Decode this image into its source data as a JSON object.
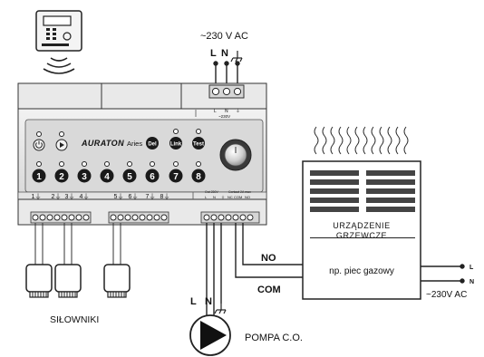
{
  "supply_top": {
    "voltage": "~230 V AC",
    "L": "L",
    "N": "N",
    "block_labels": [
      "L",
      "N",
      "⏚"
    ],
    "block_voltage": "~230V"
  },
  "controller": {
    "brand": "AURATON",
    "model": "Aries",
    "buttons": {
      "del": "Del",
      "link": "Link",
      "test": "Test"
    },
    "zones": [
      "1",
      "2",
      "3",
      "4",
      "5",
      "6",
      "7",
      "8"
    ],
    "terminal_labels": [
      "1⏚",
      "2⏚",
      "3⏚",
      "4⏚",
      "5⏚",
      "6⏚",
      "7⏚",
      "8⏚"
    ],
    "pump_terminal_labels": [
      "Out 230V",
      "L",
      "N",
      "⏚"
    ],
    "relay_terminal_labels": [
      "Contact 2A max",
      "NC",
      "COM",
      "NO"
    ]
  },
  "actuators_label": "SIŁOWNIKI",
  "pump": {
    "label": "POMPA C.O.",
    "L": "L",
    "N": "N"
  },
  "heater": {
    "title_line1": "URZĄDZENIE",
    "title_line2": "GRZEWCZE",
    "subtitle": "np. piec gazowy"
  },
  "relay_wires": {
    "no": "NO",
    "com": "COM"
  },
  "supply_right": {
    "L": "L",
    "N": "N",
    "voltage": "~230V AC"
  },
  "colors": {
    "stroke": "#222222",
    "panel": "#e6e6e6",
    "panel_dark": "#cfcfcf",
    "zone_button": "#1a1a1a"
  }
}
